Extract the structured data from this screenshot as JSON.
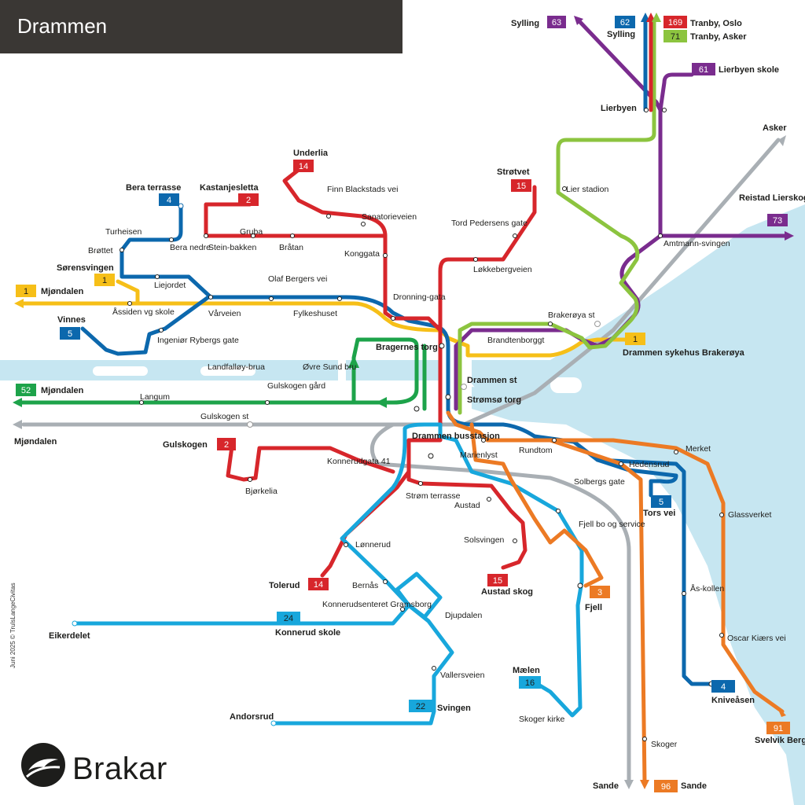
{
  "title": "Drammen",
  "brand": "Brakar",
  "copyright": "Juni 2025 © TrulsLangeCivitas",
  "colors": {
    "red": "#d7262b",
    "blue": "#0c68ad",
    "cyan": "#18a7dc",
    "green": "#1da34a",
    "lime": "#8cc43f",
    "purple": "#7a2c8e",
    "orange": "#ec7a24",
    "yellow": "#f6bf18",
    "grey": "#a9afb4",
    "water": "#c6e6f1",
    "titlebar": "#3a3734"
  },
  "routes": {
    "r1": "1",
    "r2": "2",
    "r3": "3",
    "r4": "4",
    "r5": "5",
    "r14": "14",
    "r15": "15",
    "r16": "16",
    "r22": "22",
    "r24": "24",
    "r52": "52",
    "r61": "61",
    "r62": "62",
    "r63": "63",
    "r71": "71",
    "r73": "73",
    "r91": "91",
    "r96": "96",
    "r169": "169"
  },
  "terminals": {
    "sylling63": "Sylling",
    "sylling62": "Sylling",
    "tranby_oslo": "Tranby, Oslo",
    "tranby_asker": "Tranby, Asker",
    "lierbyen_skole": "Lierbyen skole",
    "lierbyen": "Lierbyen",
    "asker": "Asker",
    "reistad": "Reistad Lierskogen",
    "strotvet": "Strøtvet",
    "underlia": "Underlia",
    "kastanjesletta": "Kastanjesletta",
    "bera_terrasse": "Bera terrasse",
    "sorensvingen": "Sørensvingen",
    "mjondalen1": "Mjøndalen",
    "vinnes": "Vinnes",
    "mjondalen52": "Mjøndalen",
    "mjondalen_rail": "Mjøndalen",
    "gulskogen": "Gulskogen",
    "tolerud": "Tolerud",
    "eikerdelet": "Eikerdelet",
    "konnerud_skole": "Konnerud skole",
    "andorsrud": "Andorsrud",
    "svingen": "Svingen",
    "maelen": "Mælen",
    "austad_skog": "Austad skog",
    "fjell": "Fjell",
    "tors_vei": "Tors vei",
    "kniveasen": "Kniveåsen",
    "svelvik": "Svelvik Berger",
    "sande_rail": "Sande",
    "sande96": "Sande",
    "drammen_sykehus": "Drammen sykehus Brakerøya"
  },
  "hubs": {
    "bragernes": "Bragernes torg",
    "drammen_st": "Drammen st",
    "stromso": "Strømsø torg",
    "busstasjon": "Drammen busstasjon"
  },
  "stops": {
    "lier_stasjon": "Lier stadion",
    "amtmannsvingen": "Amtmann-svingen",
    "brakeroya_st": "Brakerøya st",
    "brandtenborggt": "Brandtenborggt",
    "tord_pedersens": "Tord Pedersens gate",
    "lokkebergveien": "Løkkebergveien",
    "finn_blackstads": "Finn Blackstads vei",
    "sanatorieveien": "Sanatorieveien",
    "konggata": "Konggata",
    "dronninggata": "Dronning-gata",
    "gruba": "Gruba",
    "steinbakken": "Stein-bakken",
    "bratan": "Bråtan",
    "turheisen": "Turheisen",
    "brottet": "Brøttet",
    "bera_nedre": "Bera nedre",
    "liejordet": "Liejordet",
    "assiden": "Åssiden vg skole",
    "olaf_bergers": "Olaf Bergers vei",
    "varveien": "Vårveien",
    "fylkeshuset": "Fylkeshuset",
    "ingenior": "Ingeniør Rybergs gate",
    "landfalloy": "Landfalløy-brua",
    "ovre_sund": "Øvre Sund bru",
    "langum": "Langum",
    "gulskogen_gard": "Gulskogen gård",
    "gulskogen_st": "Gulskogen st",
    "konnerudgata": "Konnerudgata 41",
    "bjorkelia": "Bjørkelia",
    "marienlyst": "Marienlyst",
    "rundtom": "Rundtom",
    "merket": "Merket",
    "hedensrud": "Hedensrud",
    "solbergs_gate": "Solbergs gate",
    "glassverket": "Glassverket",
    "strom_terrasse": "Strøm terrasse",
    "austad": "Austad",
    "fjell_bo": "Fjell bo og service",
    "solsvingen": "Solsvingen",
    "lonnerud": "Lønnerud",
    "bernas": "Bernås",
    "konnerudsenteret": "Konnerudsenteret Gramsborg",
    "djupdalen": "Djupdalen",
    "vallersveien": "Vallersveien",
    "skoger_kirke": "Skoger kirke",
    "askollen": "Ås-kollen",
    "oscar_kiaers": "Oscar Kiærs vei",
    "skoger": "Skoger"
  }
}
